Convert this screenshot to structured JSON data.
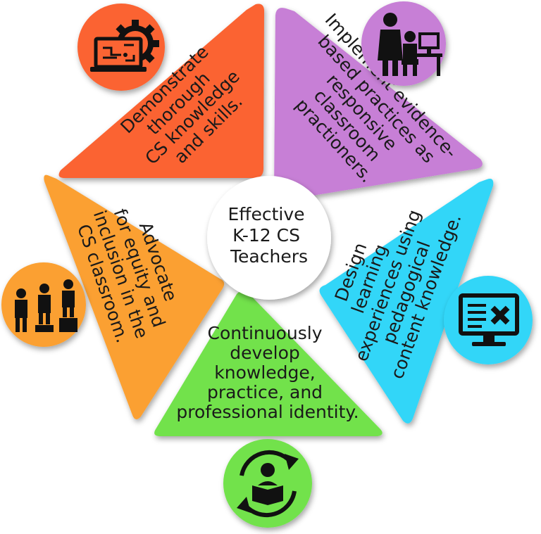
{
  "center": {
    "lines": [
      "Effective",
      "K-12 CS",
      "Teachers"
    ]
  },
  "segments": [
    {
      "id": "knowledge",
      "color": "#fb6433",
      "icon": "computer-gear-icon",
      "lines": [
        "Demonstrate",
        "thorough",
        "CS knowledge",
        "and skills."
      ]
    },
    {
      "id": "practice",
      "color": "#c77fd6",
      "icon": "teacher-student-computer-icon",
      "lines": [
        "Implement evidence-",
        "based practices as",
        "responsive",
        "classroom",
        "practioners."
      ]
    },
    {
      "id": "design",
      "color": "#33d6f8",
      "icon": "monitor-pencil-ruler-icon",
      "lines": [
        "Design",
        "learning",
        "experiences using",
        "pedagogical",
        "content knowledge."
      ]
    },
    {
      "id": "develop",
      "color": "#72e24c",
      "icon": "reader-cycle-icon",
      "lines": [
        "Continuously",
        "develop",
        "knowledge,",
        "practice, and",
        "professional identity."
      ]
    },
    {
      "id": "equity",
      "color": "#fba030",
      "icon": "people-on-boxes-icon",
      "lines": [
        "Advocate",
        "for equity and",
        "inclusion in the",
        "CS classroom."
      ]
    }
  ]
}
